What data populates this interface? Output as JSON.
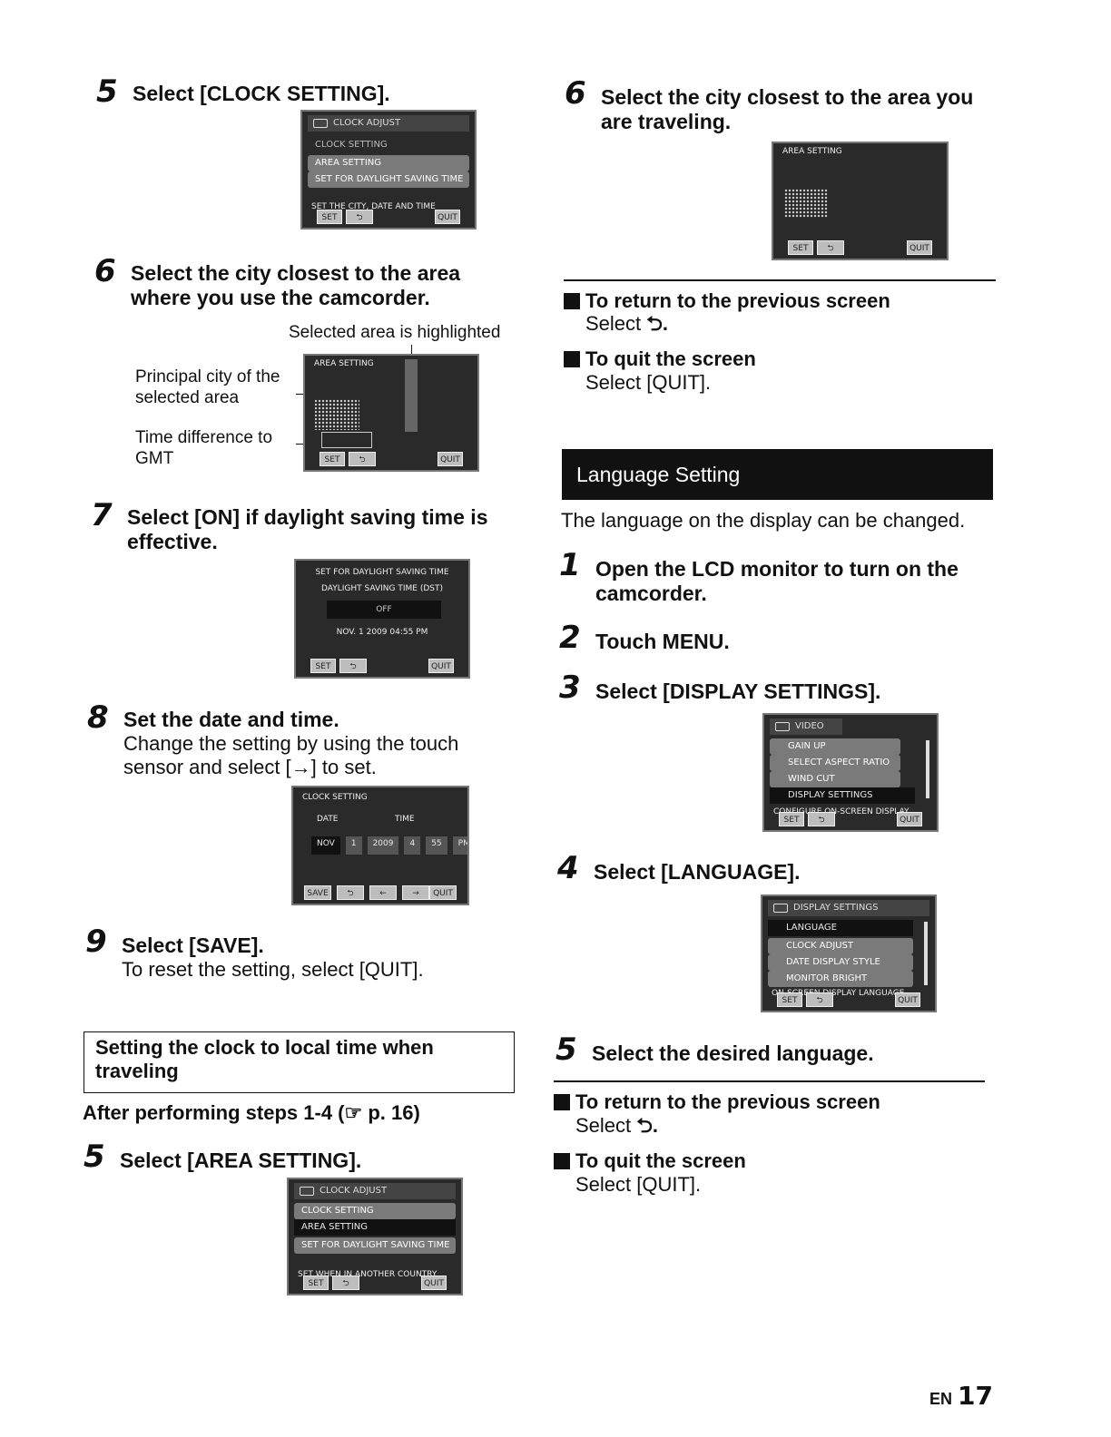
{
  "left": {
    "s5a": {
      "num": "5",
      "title": "Select [CLOCK SETTING]."
    },
    "lcd1": {
      "header": "CLOCK ADJUST",
      "rows": [
        "CLOCK SETTING",
        "AREA SETTING",
        "SET FOR DAYLIGHT SAVING TIME"
      ],
      "note": "SET THE CITY, DATE AND TIME",
      "set": "SET",
      "back": "⮌",
      "quit": "QUIT"
    },
    "s6": {
      "num": "6",
      "title_l1": "Select the city closest to the area",
      "title_l2": "where you use the camcorder."
    },
    "callout_top": "Selected area is highlighted",
    "callout_city_l1": "Principal city of the",
    "callout_city_l2": "selected area",
    "callout_gmt_l1": "Time difference to",
    "callout_gmt_l2": "GMT",
    "lcd2": {
      "header": "AREA SETTING",
      "set": "SET",
      "back": "⮌",
      "quit": "QUIT"
    },
    "s7": {
      "num": "7",
      "title_l1": "Select [ON] if daylight saving time is",
      "title_l2": "effective."
    },
    "lcd3": {
      "title": "SET FOR DAYLIGHT SAVING TIME",
      "sub": "DAYLIGHT SAVING TIME (DST)",
      "value": "OFF",
      "date": "NOV. 1 2009  04:55 PM",
      "set": "SET",
      "back": "⮌",
      "quit": "QUIT"
    },
    "s8": {
      "num": "8",
      "title": "Set the date and time.",
      "sub_l1": "Change the setting by using the touch",
      "sub_l2": "sensor and select [→] to set."
    },
    "lcd4": {
      "header": "CLOCK SETTING",
      "date_lbl": "DATE",
      "time_lbl": "TIME",
      "fields": [
        "NOV",
        "1",
        "2009",
        "4",
        "55",
        "PM"
      ],
      "save": "SAVE",
      "back": "⮌",
      "left": "←",
      "right": "→",
      "quit": "QUIT"
    },
    "s9": {
      "num": "9",
      "title": "Select [SAVE].",
      "sub": "To reset the setting, select [QUIT]."
    },
    "box_l1": "Setting the clock to local time when",
    "box_l2": "traveling",
    "after_steps": "After performing steps 1-4 (☞ p. 16)",
    "s5b": {
      "num": "5",
      "title": "Select [AREA SETTING]."
    },
    "lcd5": {
      "header": "CLOCK ADJUST",
      "rows": [
        "CLOCK SETTING",
        "AREA SETTING",
        "SET FOR DAYLIGHT SAVING TIME"
      ],
      "note": "SET WHEN IN ANOTHER COUNTRY",
      "set": "SET",
      "back": "⮌",
      "quit": "QUIT"
    }
  },
  "right": {
    "s6": {
      "num": "6",
      "title_l1": "Select the city closest to the area you",
      "title_l2": "are traveling."
    },
    "lcd6": {
      "header": "AREA SETTING",
      "set": "SET",
      "back": "⮌",
      "quit": "QUIT"
    },
    "return_head": "To return to the previous screen",
    "return_body_pre": "Select ",
    "return_glyph": "⮌.",
    "quit_head": "To quit the screen",
    "quit_body": "Select [QUIT].",
    "banner": "Language Setting",
    "intro": "The language on the display can be changed.",
    "s1": {
      "num": "1",
      "title_l1": "Open the LCD monitor to turn on the",
      "title_l2": "camcorder."
    },
    "s2": {
      "num": "2",
      "title": "Touch MENU."
    },
    "s3": {
      "num": "3",
      "title": "Select [DISPLAY SETTINGS]."
    },
    "lcd7": {
      "header": "VIDEO",
      "rows": [
        "GAIN UP",
        "SELECT ASPECT RATIO",
        "WIND CUT",
        "DISPLAY SETTINGS"
      ],
      "note": "CONFIGURE ON-SCREEN DISPLAY",
      "set": "SET",
      "back": "⮌",
      "quit": "QUIT"
    },
    "s4": {
      "num": "4",
      "title": "Select [LANGUAGE]."
    },
    "lcd8": {
      "header": "DISPLAY SETTINGS",
      "rows": [
        "LANGUAGE",
        "CLOCK ADJUST",
        "DATE DISPLAY STYLE",
        "MONITOR BRIGHT"
      ],
      "note": "ON-SCREEN DISPLAY LANGUAGE",
      "set": "SET",
      "back": "⮌",
      "quit": "QUIT"
    },
    "s5": {
      "num": "5",
      "title": "Select the desired language."
    },
    "return_head2": "To return to the previous screen",
    "return_body_pre2": "Select ",
    "return_glyph2": "⮌.",
    "quit_head2": "To quit the screen",
    "quit_body2": "Select [QUIT]."
  },
  "footer": {
    "lang": "EN",
    "page": "17"
  }
}
